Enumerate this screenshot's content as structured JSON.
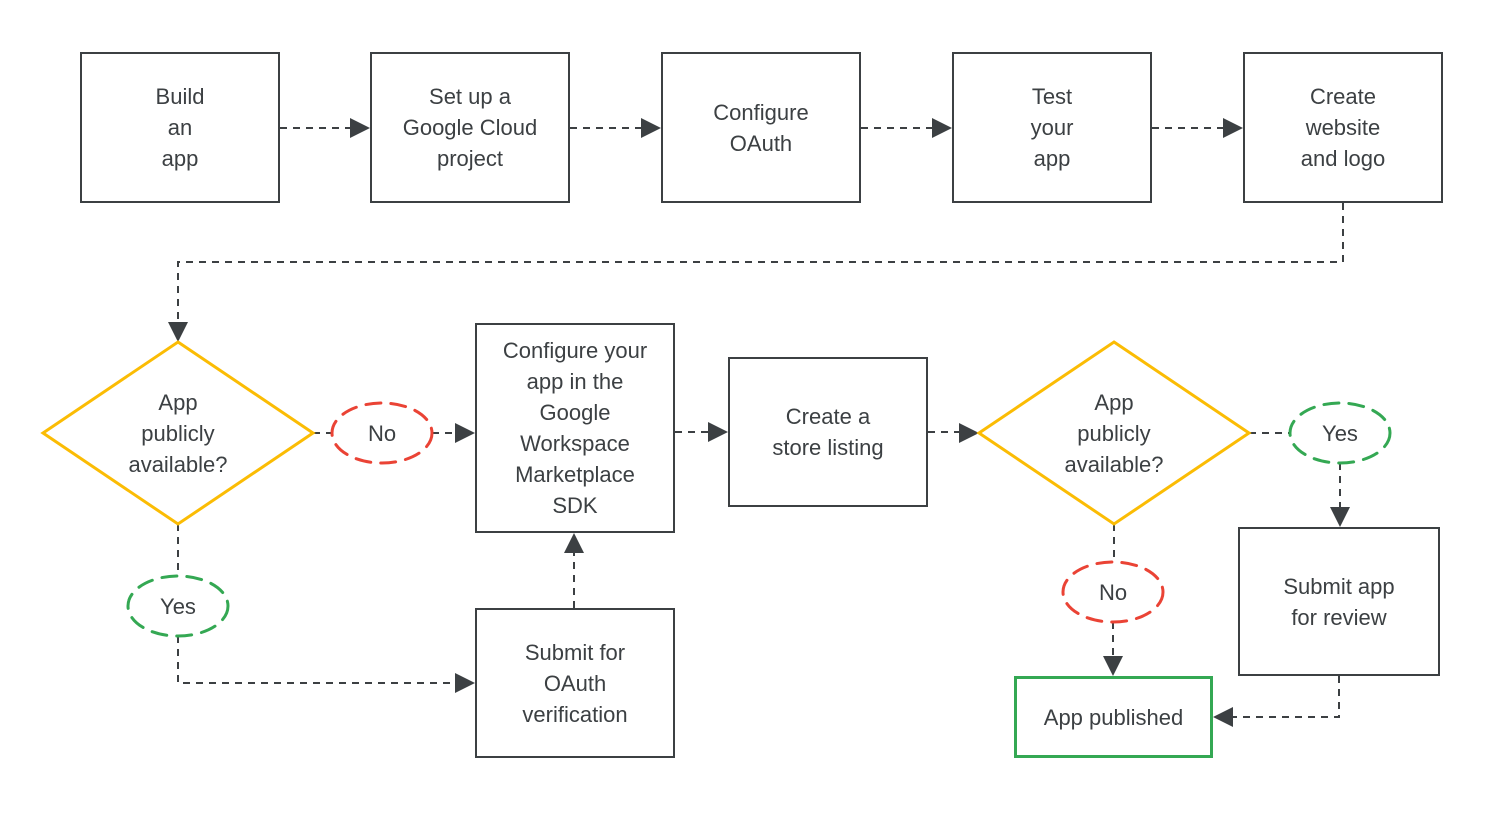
{
  "diagram": {
    "type": "flowchart",
    "description": "App publishing workflow flowchart"
  },
  "colors": {
    "ink": "#3c4043",
    "background": "#ffffff",
    "decision_outline": "#fbbc04",
    "no_outline": "#ea4335",
    "yes_outline": "#34a853",
    "published_outline": "#34a853"
  },
  "nodes": {
    "build_app": {
      "type": "process",
      "label": "Build\nan\napp"
    },
    "setup_project": {
      "type": "process",
      "label": "Set up a\nGoogle Cloud\nproject"
    },
    "configure_oauth": {
      "type": "process",
      "label": "Configure\nOAuth"
    },
    "test_app": {
      "type": "process",
      "label": "Test\nyour\napp"
    },
    "create_website": {
      "type": "process",
      "label": "Create\nwebsite\nand logo"
    },
    "decision1": {
      "type": "decision",
      "label": "App\npublicly\navailable?"
    },
    "no1": {
      "type": "branch-label",
      "label": "No"
    },
    "yes1": {
      "type": "branch-label",
      "label": "Yes"
    },
    "configure_sdk": {
      "type": "process",
      "label": "Configure your\napp in the\nGoogle\nWorkspace\nMarketplace\nSDK"
    },
    "submit_oauth": {
      "type": "process",
      "label": "Submit for\nOAuth\nverification"
    },
    "store_listing": {
      "type": "process",
      "label": "Create a\nstore listing"
    },
    "decision2": {
      "type": "decision",
      "label": "App\npublicly\navailable?"
    },
    "yes2": {
      "type": "branch-label",
      "label": "Yes"
    },
    "no2": {
      "type": "branch-label",
      "label": "No"
    },
    "submit_review": {
      "type": "process",
      "label": "Submit app\nfor review"
    },
    "app_published": {
      "type": "terminal",
      "label": "App published"
    }
  },
  "edges": [
    {
      "from": "build_app",
      "to": "setup_project"
    },
    {
      "from": "setup_project",
      "to": "configure_oauth"
    },
    {
      "from": "configure_oauth",
      "to": "test_app"
    },
    {
      "from": "test_app",
      "to": "create_website"
    },
    {
      "from": "create_website",
      "to": "decision1"
    },
    {
      "from": "decision1",
      "to": "configure_sdk",
      "label": "No"
    },
    {
      "from": "decision1",
      "to": "submit_oauth",
      "label": "Yes"
    },
    {
      "from": "submit_oauth",
      "to": "configure_sdk"
    },
    {
      "from": "configure_sdk",
      "to": "store_listing"
    },
    {
      "from": "store_listing",
      "to": "decision2"
    },
    {
      "from": "decision2",
      "to": "submit_review",
      "label": "Yes"
    },
    {
      "from": "decision2",
      "to": "app_published",
      "label": "No"
    },
    {
      "from": "submit_review",
      "to": "app_published"
    }
  ]
}
